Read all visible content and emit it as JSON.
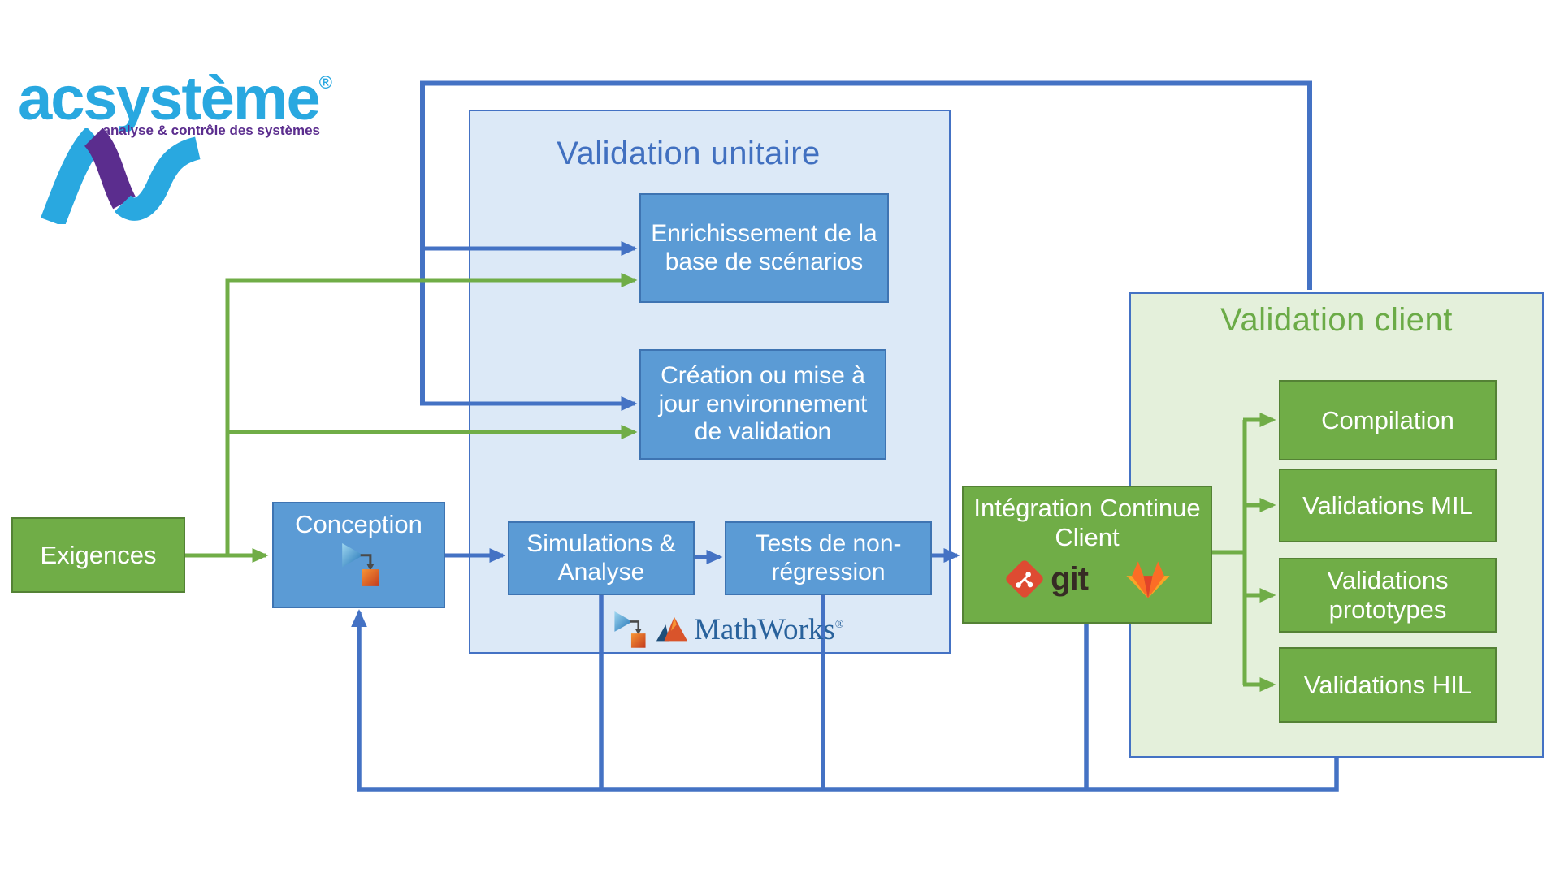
{
  "logo": {
    "wordmark": "acsystème",
    "registered": "®",
    "tagline": "analyse & contrôle des systèmes"
  },
  "panels": {
    "unitaire": {
      "title": "Validation unitaire"
    },
    "client": {
      "title": "Validation client"
    }
  },
  "boxes": {
    "exigences": "Exigences",
    "conception": "Conception",
    "enrichissement": "Enrichissement de la base de scénarios",
    "creation": "Création ou mise à jour environnement de validation",
    "simulations": "Simulations & Analyse",
    "tests": "Tests de non-régression",
    "integration": "Intégration Continue Client",
    "compilation": "Compilation",
    "validations_mil": "Validations MIL",
    "validations_prototypes": "Validations prototypes",
    "validations_hil": "Validations HIL"
  },
  "logos": {
    "git_label": "git",
    "mathworks_label": "MathWorks",
    "mathworks_registered": "®"
  },
  "icons": [
    "acsysteme-wave-icon",
    "simulink-icon",
    "mathworks-membrane-icon",
    "git-icon",
    "gitlab-tanuki-icon"
  ],
  "colors": {
    "accent_blue": "#4472C4",
    "box_blue": "#5B9BD5",
    "box_blue_border": "#3E74B2",
    "panel_blue": "#DCE9F7",
    "accent_green": "#70AD47",
    "box_green_border": "#548235",
    "panel_green": "#E4F0DB",
    "title_green": "#6BAB47",
    "logo_cyan": "#29A8E0",
    "logo_purple": "#5B2D8E",
    "git_red": "#DE4B32",
    "gitlab_orange": "#FC6D26",
    "mathworks_blue": "#29629C"
  }
}
